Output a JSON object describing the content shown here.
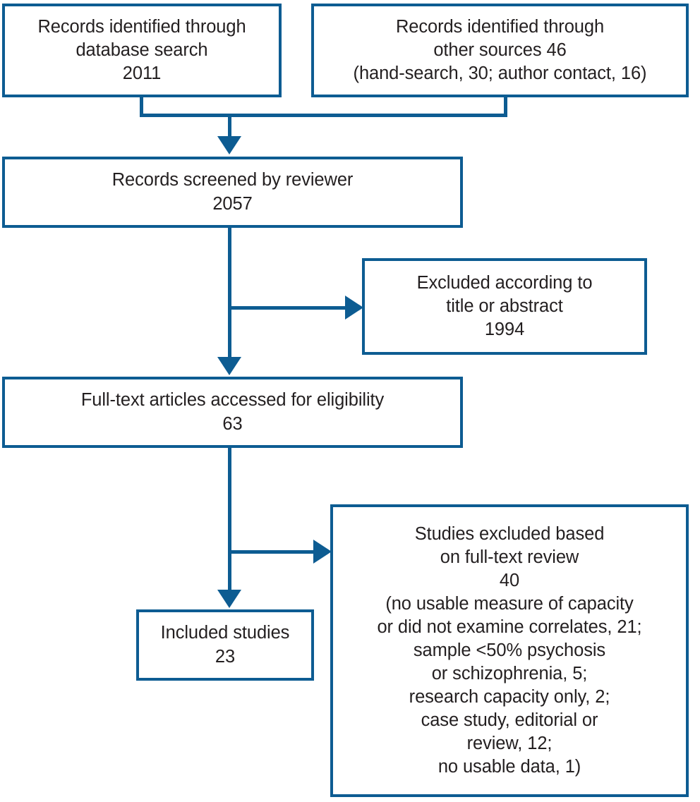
{
  "diagram": {
    "type": "prisma-flow-diagram",
    "accent_color": "#0d5c92",
    "text_color": "#231f20",
    "background_color": "#ffffff",
    "nodes": {
      "records_database": {
        "label": "Records identified through\ndatabase search\n2011",
        "count": "2011"
      },
      "records_other": {
        "label": "Records identified through\nother sources 46\n(hand-search, 30; author contact, 16)",
        "count": "46",
        "hand_search": "30",
        "author_contact": "16"
      },
      "records_screened": {
        "label": "Records screened by reviewer\n2057",
        "count": "2057"
      },
      "excluded_title_abstract": {
        "label": "Excluded according to\ntitle or abstract\n1994",
        "count": "1994"
      },
      "full_text_articles": {
        "label": "Full-text articles accessed for eligibility\n63",
        "count": "63"
      },
      "studies_excluded_full_text": {
        "label": "Studies excluded based\non full-text review\n40\n(no usable measure of capacity\nor did not examine correlates, 21;\nsample <50% psychosis\nor schizophrenia, 5;\nresearch capacity only, 2;\ncase study, editorial or\nreview, 12;\nno usable data, 1)",
        "count": "40",
        "reasons": [
          {
            "text": "no usable measure of capacity or did not examine correlates",
            "n": "21"
          },
          {
            "text": "sample <50% psychosis or schizophrenia",
            "n": "5"
          },
          {
            "text": "research capacity only",
            "n": "2"
          },
          {
            "text": "case study, editorial or review",
            "n": "12"
          },
          {
            "text": "no usable data",
            "n": "1"
          }
        ]
      },
      "included_studies": {
        "label": "Included studies\n23",
        "count": "23"
      }
    }
  }
}
